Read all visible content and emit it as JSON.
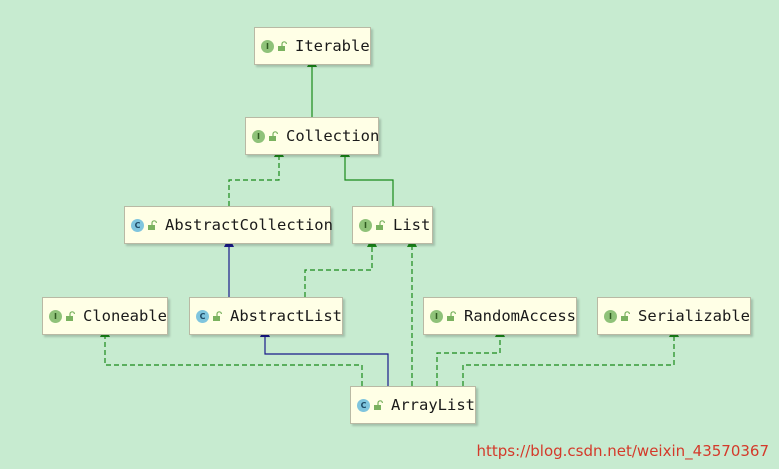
{
  "nodes": {
    "iterable": {
      "label": "Iterable",
      "kind": "interface",
      "badge": "I"
    },
    "collection": {
      "label": "Collection",
      "kind": "interface",
      "badge": "I"
    },
    "abstract_collection": {
      "label": "AbstractCollection",
      "kind": "abstract-class",
      "badge": "C"
    },
    "list": {
      "label": "List",
      "kind": "interface",
      "badge": "I"
    },
    "cloneable": {
      "label": "Cloneable",
      "kind": "interface",
      "badge": "I"
    },
    "abstract_list": {
      "label": "AbstractList",
      "kind": "abstract-class",
      "badge": "C"
    },
    "random_access": {
      "label": "RandomAccess",
      "kind": "interface",
      "badge": "I"
    },
    "serializable": {
      "label": "Serializable",
      "kind": "interface",
      "badge": "I"
    },
    "array_list": {
      "label": "ArrayList",
      "kind": "class",
      "badge": "C"
    }
  },
  "edges": [
    {
      "from": "collection",
      "to": "iterable",
      "type": "extends"
    },
    {
      "from": "abstract_collection",
      "to": "collection",
      "type": "implements"
    },
    {
      "from": "list",
      "to": "collection",
      "type": "extends"
    },
    {
      "from": "abstract_list",
      "to": "abstract_collection",
      "type": "class-extends"
    },
    {
      "from": "abstract_list",
      "to": "list",
      "type": "implements"
    },
    {
      "from": "array_list",
      "to": "abstract_list",
      "type": "class-extends"
    },
    {
      "from": "array_list",
      "to": "list",
      "type": "implements"
    },
    {
      "from": "array_list",
      "to": "cloneable",
      "type": "implements"
    },
    {
      "from": "array_list",
      "to": "random_access",
      "type": "implements"
    },
    {
      "from": "array_list",
      "to": "serializable",
      "type": "implements"
    }
  ],
  "colors": {
    "extends": "#1a8a1a",
    "implements": "#1a8a1a",
    "class-extends": "#1a1a8a",
    "background": "#c7ebd0"
  },
  "watermark": "https://blog.csdn.net/weixin_43570367"
}
